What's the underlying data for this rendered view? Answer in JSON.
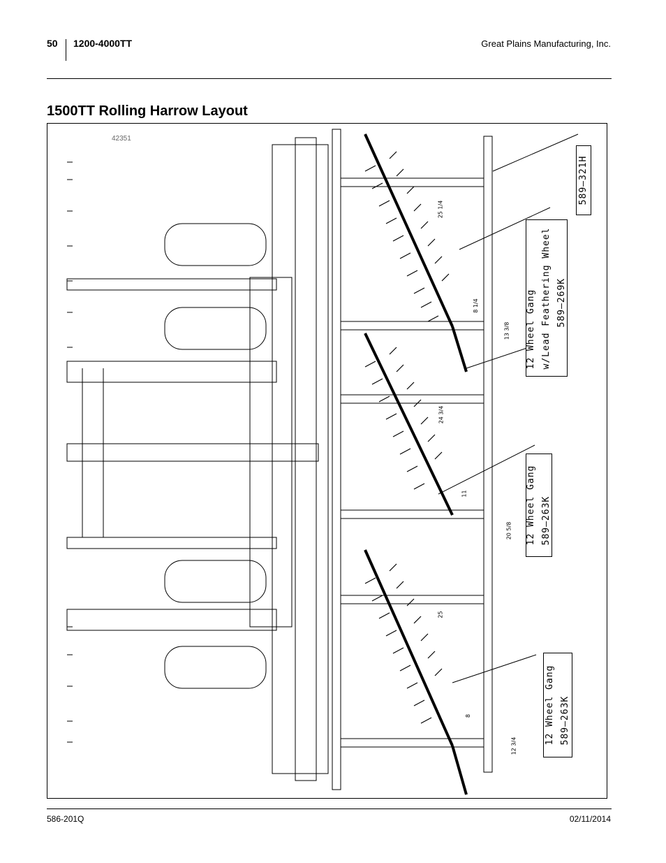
{
  "header": {
    "page_number": "50",
    "model": "1200-4000TT",
    "company": "Great Plains Manufacturing, Inc."
  },
  "title": "1500TT Rolling Harrow Layout",
  "figure": {
    "id": "42351",
    "callouts": {
      "top_part": "589–321H",
      "gang1_line1": "12  Wheel  Gang",
      "gang1_line2": "w/Lead  Feathering Wheel",
      "gang1_line3": "589–269K",
      "gang2_line1": "12  Wheel  Gang",
      "gang2_line2": "589–263K",
      "gang3_line1": "12  Wheel  Gang",
      "gang3_line2": "589–263K"
    },
    "dimensions": {
      "d1": "25 1/4",
      "d2": "8 1/4",
      "d3": "13 3/8",
      "d4": "24 3/4",
      "d5": "11",
      "d6": "20 5/8",
      "d7": "25",
      "d8": "8",
      "d9": "12 3/4"
    }
  },
  "footer": {
    "doc_number": "586-201Q",
    "date": "02/11/2014"
  }
}
